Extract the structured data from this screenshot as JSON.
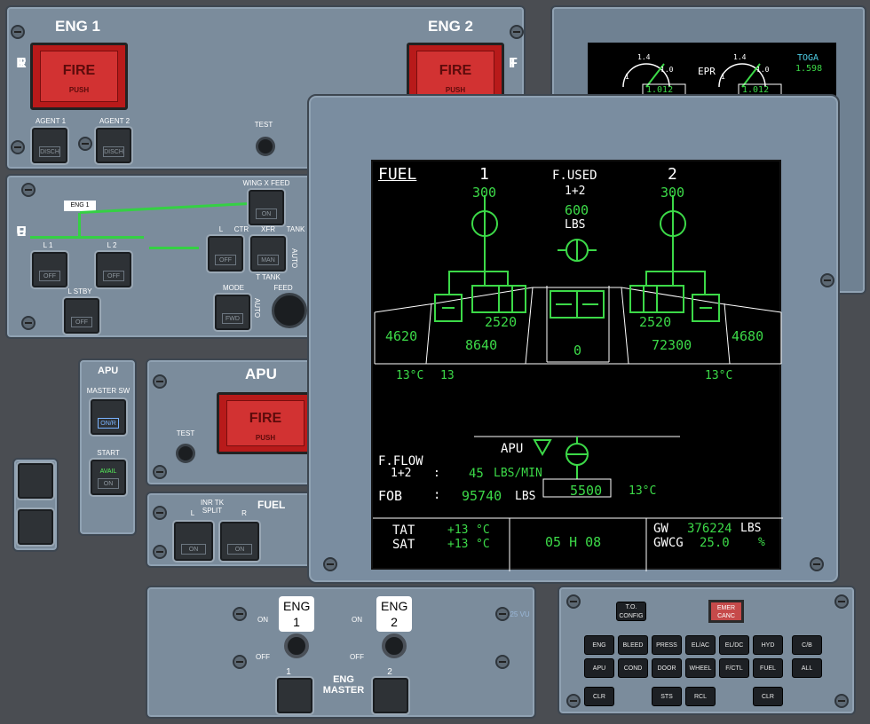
{
  "fire_panel": {
    "eng1_label": "ENG 1",
    "eng2_label": "ENG 2",
    "fire_vertical": [
      "F",
      "I",
      "R",
      "E"
    ],
    "handle_fire": "FIRE",
    "handle_push": "PUSH",
    "agent1": "AGENT 1",
    "agent2": "AGENT 2",
    "disch": "DISCH",
    "test": "TEST"
  },
  "fuel_panel": {
    "vertical": [
      "F",
      "U",
      "E",
      "L"
    ],
    "eng1_tag": "ENG 1",
    "wing_x_feed": "WING X FEED",
    "on": "ON",
    "l1": "L 1",
    "l2": "L 2",
    "off": "OFF",
    "l_stby": "L STBY",
    "l": "L",
    "ctr": "CTR",
    "xfr": "XFR",
    "tank": "TANK",
    "man": "MAN",
    "auto": "AUTO",
    "t_tank": "T TANK",
    "mode": "MODE",
    "feed": "FEED",
    "fwd": "FWD"
  },
  "apu_panel": {
    "title": "APU",
    "master_sw": "MASTER SW",
    "on_r": "ON/R",
    "start": "START",
    "avail": "AVAIL",
    "on": "ON",
    "fire_title": "APU",
    "test": "TEST",
    "fire": "FIRE",
    "push": "PUSH"
  },
  "inr_panel": {
    "inr_tk_split": "INR TK SPLIT",
    "fuel": "FUEL",
    "l": "L",
    "r": "R",
    "on": "ON"
  },
  "eng_master": {
    "eng1": "ENG 1",
    "eng2": "ENG 2",
    "on": "ON",
    "off": "OFF",
    "title": "ENG MASTER",
    "n1": "1",
    "n2": "2",
    "vu": "125 VU"
  },
  "ecp": {
    "to_config": "T.O. CONFIG",
    "emer_canc": "EMER CANC",
    "row1": [
      "ENG",
      "BLEED",
      "PRESS",
      "EL/AC",
      "EL/DC",
      "HYD",
      "C/B"
    ],
    "row2": [
      "APU",
      "COND",
      "DOOR",
      "WHEEL",
      "F/CTL",
      "FUEL",
      "ALL"
    ],
    "row3": [
      "CLR",
      "STS",
      "RCL",
      "CLR"
    ]
  },
  "ewd": {
    "epr": "EPR",
    "toga": "TOGA",
    "toga_val": "1.598",
    "eng1_val": "1.012",
    "eng2_val": "1.012",
    "tick14": "1.4",
    "tick10": "1.0",
    "tick1": "1"
  },
  "sd": {
    "page_title": "FUEL",
    "eng1": "1",
    "eng2": "2",
    "eng1_used": "300",
    "eng2_used": "300",
    "f_used": "F.USED",
    "f_used_sub": "1+2",
    "f_used_total": "600",
    "f_used_unit": "LBS",
    "l_outer": "4620",
    "l_inner_feed": "2520",
    "l_inner": "8640",
    "center": "0",
    "r_inner_feed": "2520",
    "r_inner": "72300",
    "r_outer": "4680",
    "temp_l": "13°C",
    "temp_l2": "13",
    "temp_r": "13°C",
    "apu": "APU",
    "f_flow": "F.FLOW",
    "f_flow_sub": "1+2",
    "colon": ":",
    "flow_value": "45",
    "flow_unit": "LBS/MIN",
    "fob": "FOB",
    "fob_colon": ":",
    "fob_value": "95740",
    "fob_unit": "LBS",
    "trim": "5500",
    "trim_temp": "13°C",
    "tat": "TAT",
    "sat": "SAT",
    "tat_val": "+13",
    "sat_val": "+13",
    "deg_c": "°C",
    "time": "05 H 08",
    "gw": "GW",
    "gw_val": "376224",
    "gw_unit": "LBS",
    "gwcg": "GWCG",
    "gwcg_val": "25.0",
    "pct": "%"
  }
}
